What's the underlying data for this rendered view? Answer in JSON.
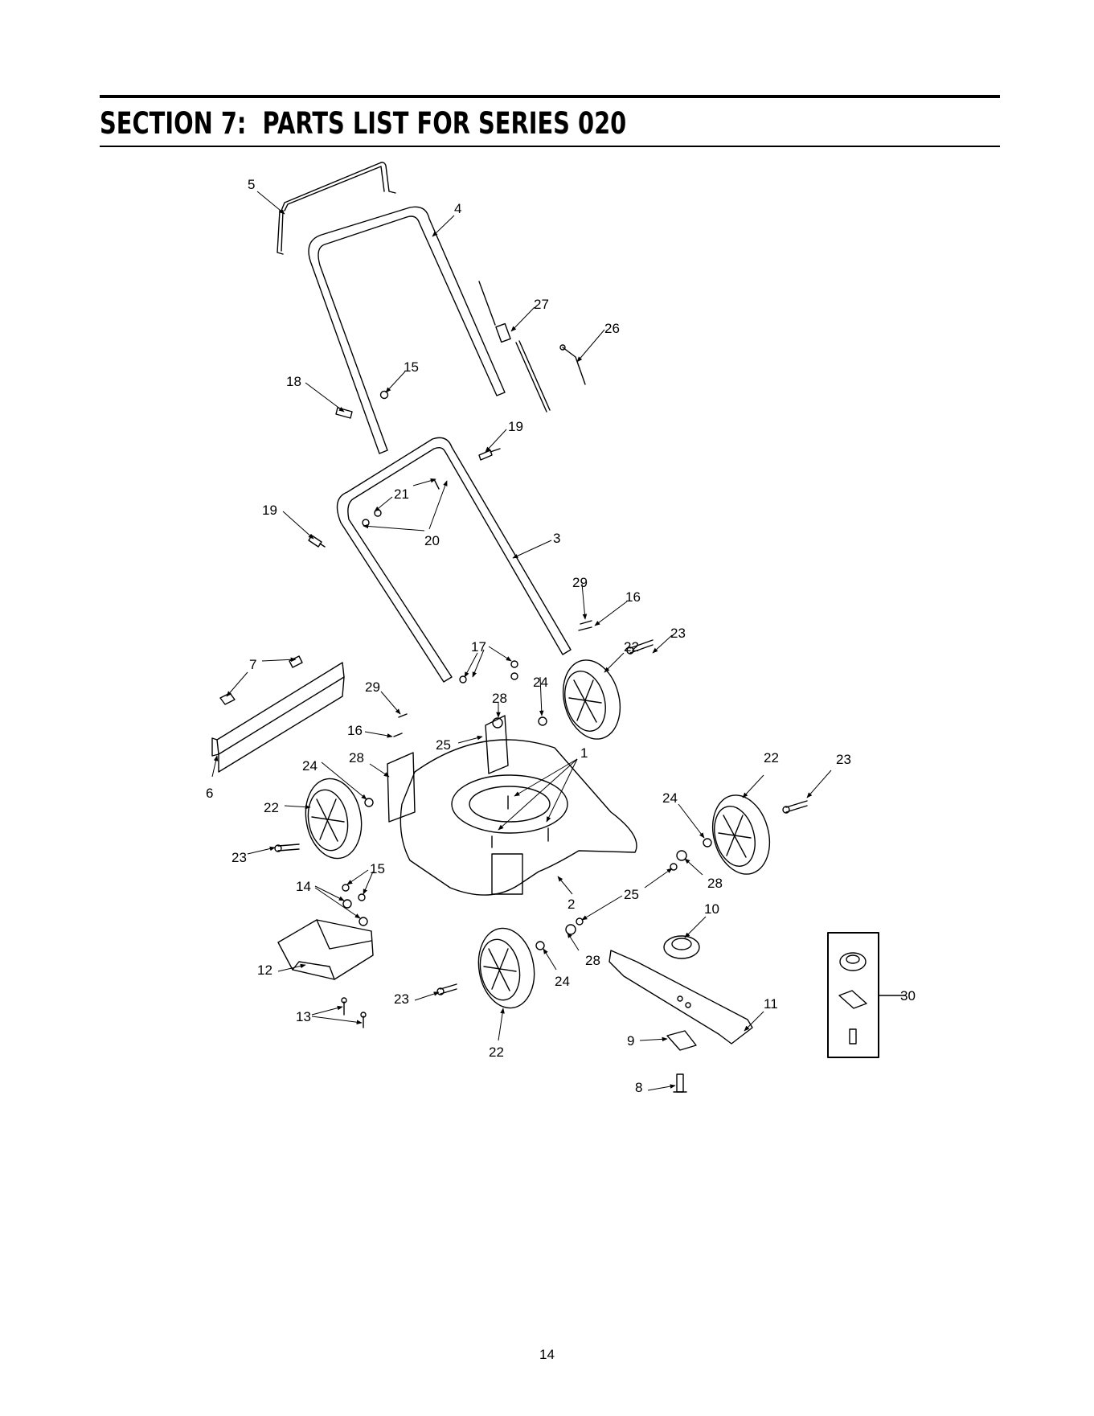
{
  "header": {
    "title": "SECTION 7:  PARTS LIST FOR SERIES 020"
  },
  "callouts": [
    {
      "id": "c-5",
      "label": "5"
    },
    {
      "id": "c-4",
      "label": "4"
    },
    {
      "id": "c-27",
      "label": "27"
    },
    {
      "id": "c-26",
      "label": "26"
    },
    {
      "id": "c-18",
      "label": "18"
    },
    {
      "id": "c-15a",
      "label": "15"
    },
    {
      "id": "c-19a",
      "label": "19"
    },
    {
      "id": "c-21",
      "label": "21"
    },
    {
      "id": "c-19b",
      "label": "19"
    },
    {
      "id": "c-20",
      "label": "20"
    },
    {
      "id": "c-3",
      "label": "3"
    },
    {
      "id": "c-29a",
      "label": "29"
    },
    {
      "id": "c-16a",
      "label": "16"
    },
    {
      "id": "c-23a",
      "label": "23"
    },
    {
      "id": "c-22a",
      "label": "22"
    },
    {
      "id": "c-17",
      "label": "17"
    },
    {
      "id": "c-7",
      "label": "7"
    },
    {
      "id": "c-29b",
      "label": "29"
    },
    {
      "id": "c-24a",
      "label": "24"
    },
    {
      "id": "c-28a",
      "label": "28"
    },
    {
      "id": "c-16b",
      "label": "16"
    },
    {
      "id": "c-25a",
      "label": "25"
    },
    {
      "id": "c-1",
      "label": "1"
    },
    {
      "id": "c-28b",
      "label": "28"
    },
    {
      "id": "c-24b",
      "label": "24"
    },
    {
      "id": "c-22b",
      "label": "22"
    },
    {
      "id": "c-23b",
      "label": "23"
    },
    {
      "id": "c-6",
      "label": "6"
    },
    {
      "id": "c-22c",
      "label": "22"
    },
    {
      "id": "c-24c",
      "label": "24"
    },
    {
      "id": "c-23c",
      "label": "23"
    },
    {
      "id": "c-15b",
      "label": "15"
    },
    {
      "id": "c-14",
      "label": "14"
    },
    {
      "id": "c-28c",
      "label": "28"
    },
    {
      "id": "c-25b",
      "label": "25"
    },
    {
      "id": "c-2",
      "label": "2"
    },
    {
      "id": "c-10",
      "label": "10"
    },
    {
      "id": "c-12",
      "label": "12"
    },
    {
      "id": "c-28d",
      "label": "28"
    },
    {
      "id": "c-24d",
      "label": "24"
    },
    {
      "id": "c-23d",
      "label": "23"
    },
    {
      "id": "c-11",
      "label": "11"
    },
    {
      "id": "c-13",
      "label": "13"
    },
    {
      "id": "c-22d",
      "label": "22"
    },
    {
      "id": "c-9",
      "label": "9"
    },
    {
      "id": "c-8",
      "label": "8"
    },
    {
      "id": "c-30",
      "label": "30"
    }
  ],
  "footer": {
    "page_number": "14"
  }
}
